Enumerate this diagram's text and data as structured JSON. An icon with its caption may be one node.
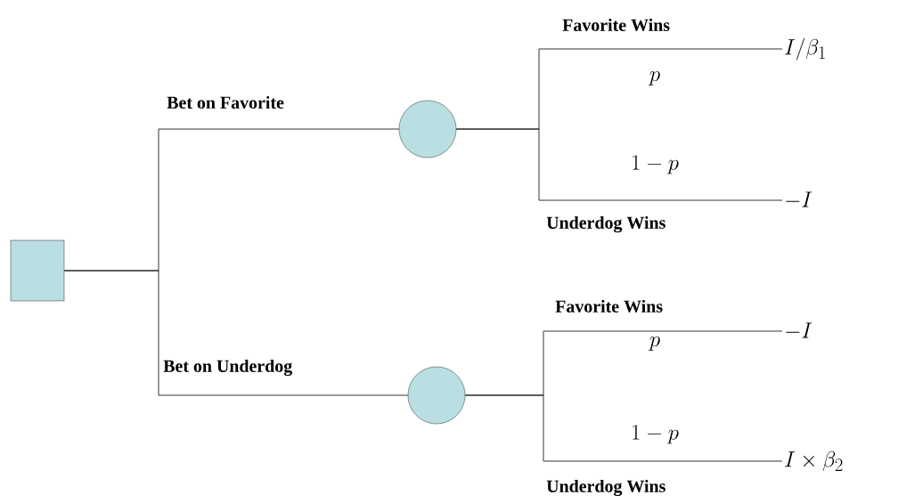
{
  "diagram": {
    "nodes": [
      {
        "text": [],
        "shape": "box"
      },
      {
        "text": [],
        "shape": "circle"
      },
      {
        "text": [],
        "shape": "circle"
      },
      {
        "text": [
          "I / \\beta_1"
        ]
      },
      {
        "text": [
          "-I"
        ]
      },
      {
        "text": [
          "-I"
        ]
      },
      {
        "text": [
          "I \\times \\beta_2"
        ]
      }
    ],
    "edges": [
      {
        "from": 0,
        "to": 1,
        "arrow": "none",
        "label": "Bet on Favorite"
      },
      {
        "from": 0,
        "to": 2,
        "arrow": "none",
        "label": "Bet on Underdog"
      },
      {
        "from": 1,
        "to": 3,
        "arrow": "none",
        "label": "Favorite Wins"
      },
      {
        "from": 1,
        "to": 4,
        "arrow": "none",
        "label": "Underdog Wins"
      },
      {
        "from": 2,
        "to": 5,
        "arrow": "none",
        "label": "Favorite Wins"
      },
      {
        "from": 2,
        "to": 6,
        "arrow": "none",
        "label": "Underdog Wins"
      }
    ],
    "labels": [
      "p",
      "1- p",
      "p",
      "1- p"
    ]
  }
}
